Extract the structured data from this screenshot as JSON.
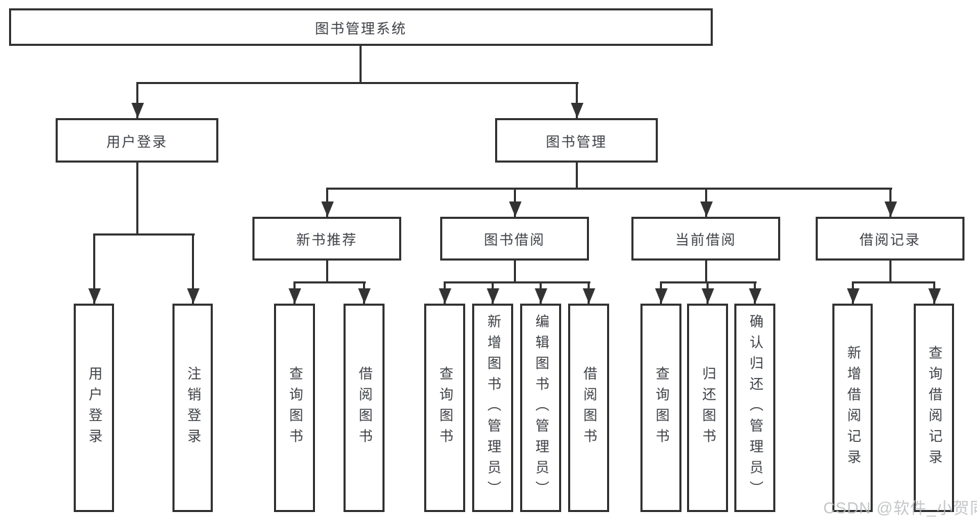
{
  "tree": {
    "label": "图书管理系统",
    "children": [
      {
        "label": "用户登录",
        "children": [
          {
            "label": "用户登录"
          },
          {
            "label": "注销登录"
          }
        ]
      },
      {
        "label": "图书管理",
        "children": [
          {
            "label": "新书推荐",
            "children": [
              {
                "label": "查询图书"
              },
              {
                "label": "借阅图书"
              }
            ]
          },
          {
            "label": "图书借阅",
            "children": [
              {
                "label": "查询图书"
              },
              {
                "label": "新增图书（管理员）"
              },
              {
                "label": "编辑图书（管理员）"
              },
              {
                "label": "借阅图书"
              }
            ]
          },
          {
            "label": "当前借阅",
            "children": [
              {
                "label": "查询图书"
              },
              {
                "label": "归还图书"
              },
              {
                "label": "确认归还（管理员）"
              }
            ]
          },
          {
            "label": "借阅记录",
            "children": [
              {
                "label": "新增借阅记录"
              },
              {
                "label": "查询借阅记录"
              }
            ]
          }
        ]
      }
    ]
  },
  "watermark": "CSDN @软件_小贺同学",
  "colors": {
    "line": "#333333",
    "box_border": "#333333",
    "text": "#3d4045",
    "watermark": "#b9bcbe",
    "background": "#ffffff"
  }
}
